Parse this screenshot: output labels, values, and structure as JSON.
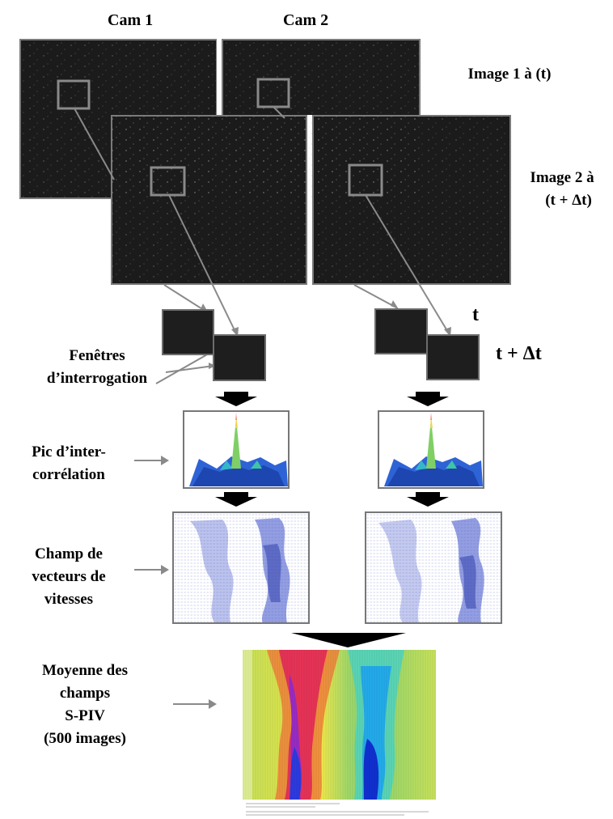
{
  "cameras": {
    "cam1": "Cam 1",
    "cam2": "Cam 2"
  },
  "image_labels": {
    "image1": "Image 1 à (t)",
    "image2_line1": "Image 2 à",
    "image2_line2": "(t + Δt)"
  },
  "window_labels": {
    "t": "t",
    "t_dt": "t + Δt"
  },
  "steps": {
    "windows": [
      "Fenêtres",
      "d’interrogation"
    ],
    "correlation": [
      "Pic d’inter-",
      "corrélation"
    ],
    "vectors": [
      "Champ de",
      "vecteurs de",
      "vitesses"
    ],
    "average": [
      "Moyenne des",
      "champs",
      "S-PIV",
      "(500 images)"
    ]
  },
  "colors": {
    "arrow": "#8a8a8a",
    "flow_arrow": "#000000",
    "peak_blue": "#2e63d6",
    "vector_blue": "#3b4fc8"
  }
}
